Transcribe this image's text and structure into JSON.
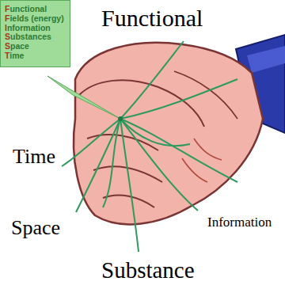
{
  "diagram": {
    "nodes": [
      {
        "text": [
          "Functional",
          "Fields (energy)",
          "Information",
          "Substances",
          "Space",
          "Time"
        ]
      }
    ],
    "labels": [
      "Functional",
      "Time",
      "Space",
      "Substance",
      "Information"
    ]
  }
}
